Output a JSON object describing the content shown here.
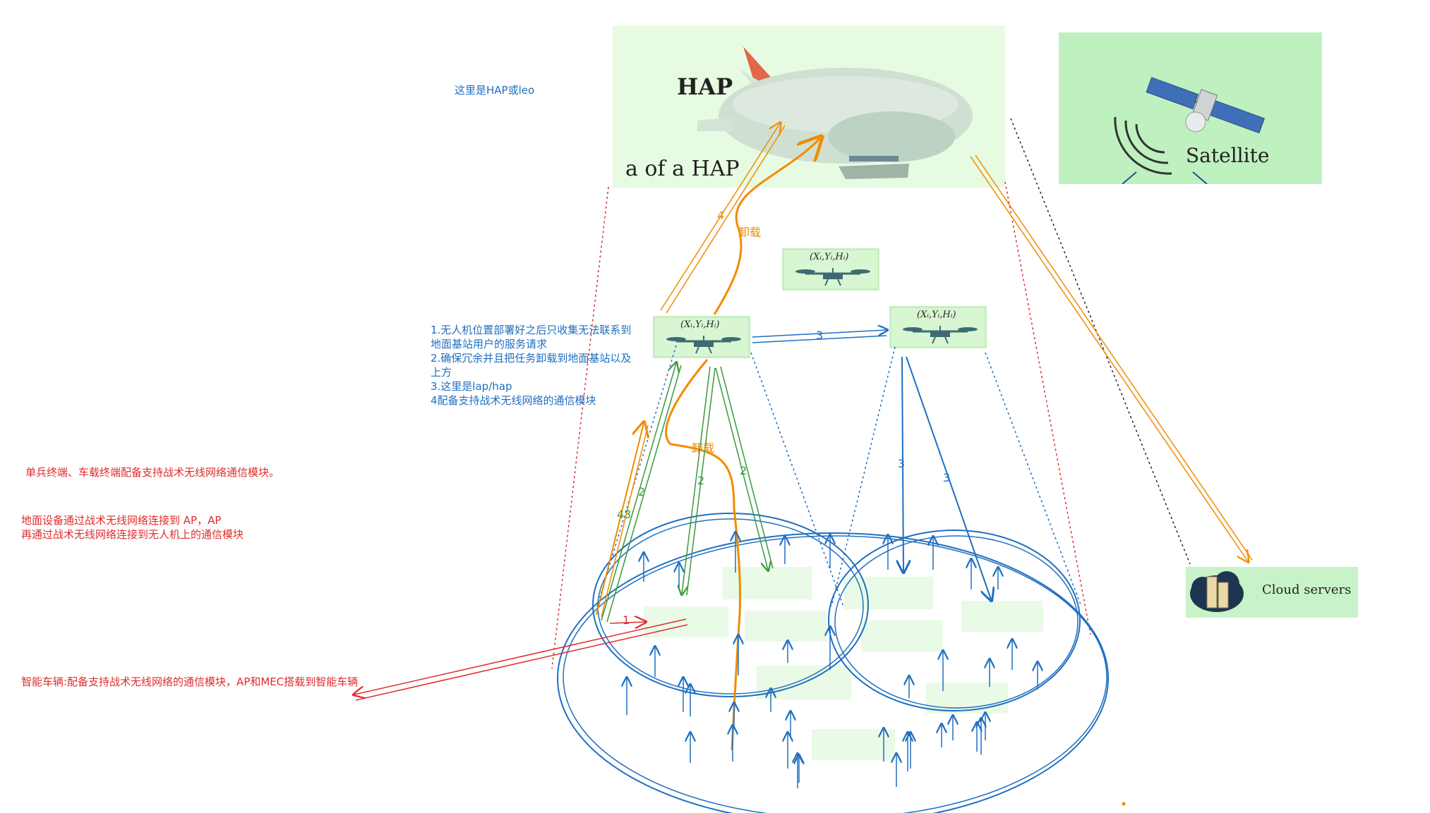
{
  "notes": {
    "hap_or_leo": "这里是HAP或leo",
    "uav_notes": "1.无人机位置部署好之后只收集无法联系到\n地面基站用户的服务请求\n2.确保冗余并且把任务卸载到地面基站以及\n上方\n3.这里是lap/hap\n4配备支持战术无线网络的通信模块",
    "soldier_terminal": "单兵终端、车载终端配备支持战术无线网络通信模块。",
    "ground_devices": "地面设备通过战术无线网络连接到 AP，AP\n再通过战术无线网络连接到无人机上的通信模块",
    "smart_vehicle": "智能车辆:配备支持战术无线网络的通信模块，AP和MEC搭载到智能车辆"
  },
  "hap": {
    "title": "HAP",
    "caption": "a of a HAP"
  },
  "satellite": {
    "label": "Satellite"
  },
  "cloud": {
    "label": "Cloud servers"
  },
  "uav_coord": "(Xᵢ,Yᵢ,Hᵢ)",
  "edge_labels": {
    "offload_top": "卸载",
    "offload_mid": "卸载",
    "four": "4",
    "three_h": "3",
    "two_a": "2",
    "two_b": "2",
    "two_c": "2",
    "three_a": "3",
    "three_b": "3",
    "forty_three": "43",
    "one": "1"
  },
  "colors": {
    "blue": "#1f6fc1",
    "red": "#e02b2b",
    "orange": "#f08c00",
    "green": "#3a9a3a",
    "panel_green": "#e6fbe2"
  }
}
